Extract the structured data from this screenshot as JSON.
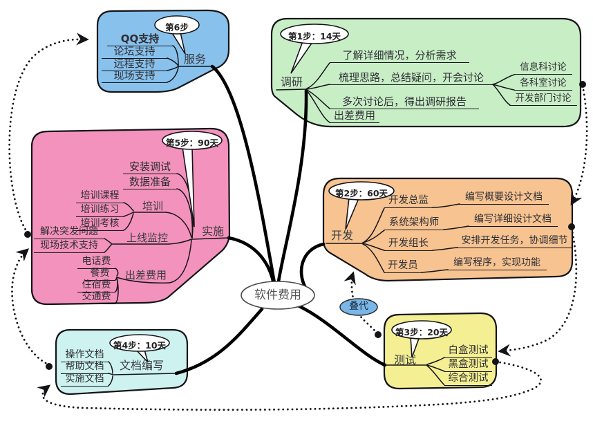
{
  "center": {
    "label": "软件费用"
  },
  "iteration": {
    "label": "叠代"
  },
  "service": {
    "label": "服务",
    "callout": "第6步",
    "items": [
      "QQ支持",
      "论坛支持",
      "远程支持",
      "现场支持"
    ]
  },
  "research": {
    "label": "调研",
    "callout": "第1步：14天",
    "items": [
      "了解详细情况，分析需求",
      "梳理思路，总结疑问，开会讨论",
      "多次讨论后，得出调研报告",
      "出差费用"
    ],
    "discussion_children": [
      "信息科讨论",
      "各科室讨论",
      "开发部门讨论"
    ]
  },
  "implementation": {
    "label": "实施",
    "callout": "第5步：90天",
    "items": [
      "安装调试",
      "数据准备"
    ],
    "groups": [
      {
        "label": "培训",
        "children": [
          "培训课程",
          "培训练习",
          "培训考核"
        ]
      },
      {
        "label": "上线监控",
        "children": [
          "解决突发问题",
          "现场技术支持"
        ]
      },
      {
        "label": "出差费用",
        "children": [
          "电话费",
          "餐费",
          "住宿费",
          "交通费"
        ]
      }
    ]
  },
  "development": {
    "label": "开发",
    "callout": "第2步：60天",
    "roles": [
      {
        "role": "开发总监",
        "task": "编写概要设计文档"
      },
      {
        "role": "系统架构师",
        "task": "编写详细设计文档"
      },
      {
        "role": "开发组长",
        "task": "安排开发任务，协调细节"
      },
      {
        "role": "开发员",
        "task": "编写程序，实现功能"
      }
    ]
  },
  "testing": {
    "label": "测试",
    "callout": "第3步：20天",
    "items": [
      "白盒测试",
      "黑盒测试",
      "综合测试"
    ]
  },
  "documentation": {
    "label": "文档编写",
    "callout": "第4步：10天",
    "items": [
      "操作文档",
      "帮助文档",
      "实施文档"
    ]
  },
  "colors": {
    "service": "#87c1ec",
    "research": "#c8eec6",
    "implementation": "#f392bc",
    "development": "#f6c391",
    "testing": "#f4ef92",
    "documentation": "#cdf2f0",
    "iteration": "#79b7e9",
    "line": "#141418"
  }
}
